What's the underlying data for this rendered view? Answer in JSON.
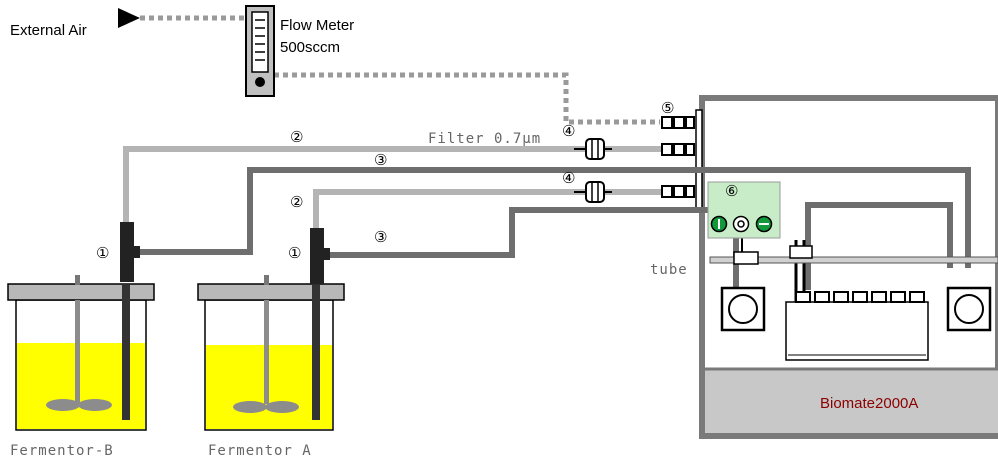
{
  "labels": {
    "external_air": "External Air",
    "flow_meter_line1": "Flow Meter",
    "flow_meter_line2": "500sccm",
    "filter": "Filter 0.7μm",
    "tube": "tube",
    "fermentor_b": "Fermentor-B",
    "fermentor_a": "Fermentor A",
    "biomate": "Biomate2000A"
  },
  "markers": {
    "m1": "①",
    "m2": "②",
    "m3": "③",
    "m4": "④",
    "m5": "⑤",
    "m6": "⑥"
  },
  "colors": {
    "tube_light": "#b4b4b4",
    "tube_dark": "#6e6e6e",
    "liquid": "#ffff00",
    "panel_green": "#c8ecc8",
    "button_green": "#129a3a",
    "biomate_base": "#c8c8c8",
    "biomate_text": "#8b0000"
  }
}
